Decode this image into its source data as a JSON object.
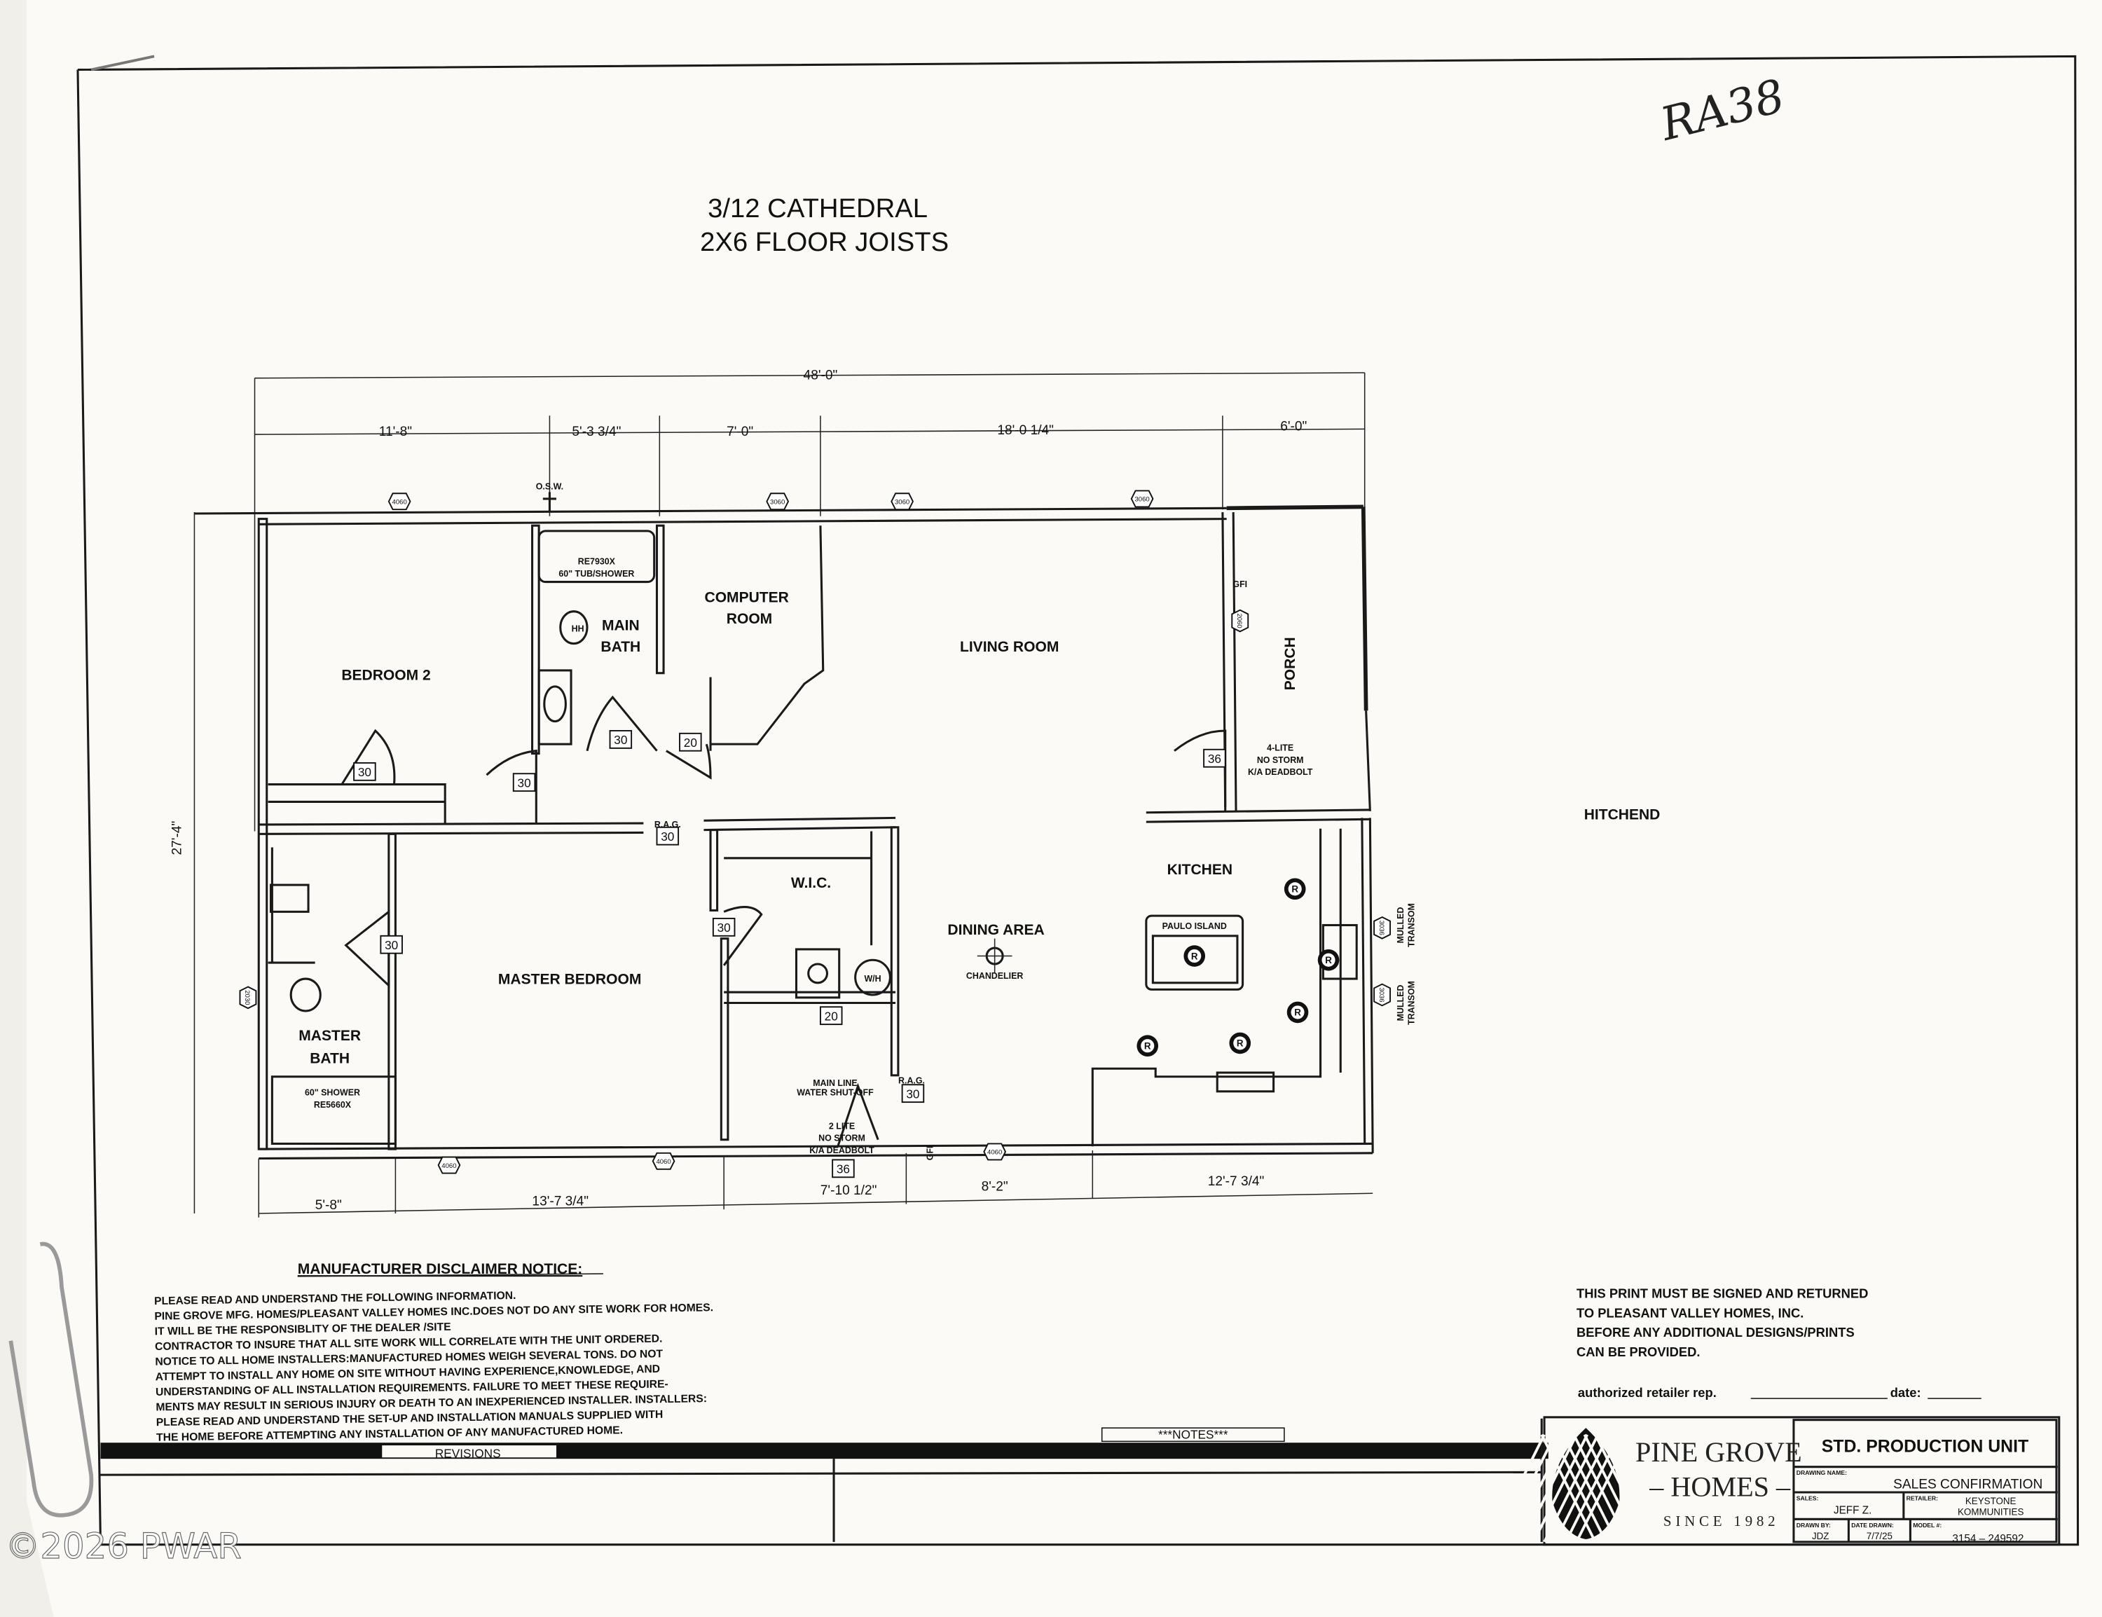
{
  "header": {
    "title_line1": "3/12 CATHEDRAL",
    "title_line2": "2X6 FLOOR JOISTS",
    "handwritten_note": "RA38"
  },
  "plan": {
    "overall_width": "48'-0\"",
    "overall_depth": "27'-4\"",
    "top_dimensions": [
      "11'-8\"",
      "5'-3 3/4\"",
      "7'-0\"",
      "18'-0 1/4\"",
      "6'-0\""
    ],
    "bottom_dimensions": [
      "5'-8\"",
      "13'-7 3/4\"",
      "7'-10 1/2\"",
      "8'-2\"",
      "12'-7 3/4\""
    ],
    "rooms": {
      "bedroom2": "BEDROOM 2",
      "main_bath_1": "MAIN",
      "main_bath_2": "BATH",
      "computer_1": "COMPUTER",
      "computer_2": "ROOM",
      "living": "LIVING ROOM",
      "porch": "PORCH",
      "kitchen": "KITCHEN",
      "dining": "DINING AREA",
      "wic": "W.I.C.",
      "master_bedroom": "MASTER BEDROOM",
      "master_bath_1": "MASTER",
      "master_bath_2": "BATH",
      "hitchend": "HITCHEND"
    },
    "notes": {
      "osw": "O.S.W.",
      "tub_1": "RE7930X",
      "tub_2": "60\" TUB/SHOWER",
      "shower_1": "60\" SHOWER",
      "shower_2": "RE5660X",
      "hh": "HH",
      "rag1": "R.A.G.",
      "rag2": "R.A.G.",
      "porch_door_1": "4-LITE",
      "porch_door_2": "NO STORM",
      "porch_door_3": "K/A DEADBOLT",
      "front_door_1": "2 LITE",
      "front_door_2": "NO STORM",
      "front_door_3": "K/A DEADBOLT",
      "water_1": "MAIN LINE",
      "water_2": "WATER SHUT-OFF",
      "island": "PAULO ISLAND",
      "chandelier": "CHANDELIER",
      "wh": "W/H",
      "gfi1": "GFI",
      "gfi2": "GFI",
      "mulled1_1": "MULLED",
      "mulled1_2": "TRANSOM",
      "mulled2_1": "MULLED",
      "mulled2_2": "TRANSOM",
      "recessed": "R"
    },
    "door_tags": [
      "30",
      "30",
      "30",
      "20",
      "30",
      "30",
      "30",
      "36",
      "30",
      "36",
      "20"
    ],
    "window_tags": [
      "4060",
      "3060",
      "3060",
      "3060",
      "4060",
      "4060",
      "4060",
      "2030",
      "3036",
      "3036",
      "2060"
    ]
  },
  "disclaimer": {
    "heading": "MANUFACTURER DISCLAIMER NOTICE:",
    "lines": [
      "PLEASE READ AND UNDERSTAND THE FOLLOWING INFORMATION.",
      "PINE GROVE MFG. HOMES/PLEASANT VALLEY HOMES INC.DOES NOT DO ANY SITE WORK FOR HOMES.",
      " IT WILL BE THE RESPONSIBLITY OF THE DEALER /SITE",
      "CONTRACTOR TO INSURE THAT ALL SITE WORK WILL CORRELATE WITH THE UNIT ORDERED.",
      "NOTICE TO ALL HOME INSTALLERS:MANUFACTURED HOMES WEIGH SEVERAL TONS. DO NOT",
      "ATTEMPT TO INSTALL ANY HOME ON SITE WITHOUT HAVING EXPERIENCE,KNOWLEDGE, AND",
      "UNDERSTANDING OF ALL INSTALLATION REQUIREMENTS. FAILURE TO MEET THESE REQUIRE-",
      "MENTS MAY RESULT IN SERIOUS INJURY OR DEATH TO AN INEXPERIENCED INSTALLER. INSTALLERS:",
      "PLEASE READ AND UNDERSTAND THE SET-UP AND INSTALLATION MANUALS SUPPLIED WITH",
      "THE HOME BEFORE ATTEMPTING ANY INSTALLATION OF ANY MANUFACTURED HOME."
    ]
  },
  "signoff": {
    "lines": [
      "THIS PRINT MUST BE SIGNED AND RETURNED",
      "TO PLEASANT VALLEY HOMES, INC.",
      "BEFORE ANY ADDITIONAL DESIGNS/PRINTS",
      "CAN BE PROVIDED."
    ],
    "rep_label": "authorized retailer rep.",
    "date_label": "date:"
  },
  "strip": {
    "revisions": "REVISIONS",
    "notes": "***NOTES***"
  },
  "title_block": {
    "logo_line1": "PINE GROVE",
    "logo_line2": "– HOMES –",
    "logo_line3": "SINCE 1982",
    "unit_type": "STD. PRODUCTION UNIT",
    "drawing_name_label": "DRAWING NAME:",
    "drawing_name": "SALES CONFIRMATION",
    "sales_label": "SALES:",
    "sales": "JEFF Z.",
    "retailer_label": "RETAILER:",
    "retailer_1": "KEYSTONE",
    "retailer_2": "KOMMUNITIES",
    "drawn_by_label": "DRAWN BY:",
    "drawn_by": "JDZ",
    "date_drawn_label": "DATE DRAWN:",
    "date_drawn": "7/7/25",
    "model_label": "MODEL #:",
    "model": "3154 – 249592"
  },
  "watermark": "©2026 PWAR"
}
